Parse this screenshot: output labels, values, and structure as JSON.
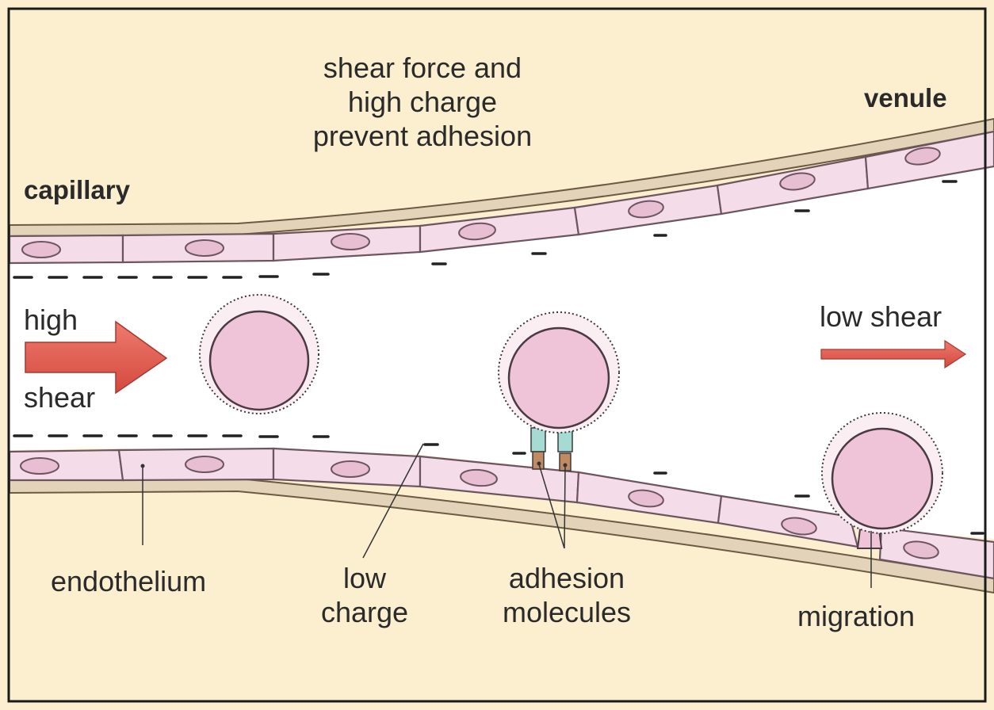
{
  "labels": {
    "top_note": [
      "shear force and",
      "high charge",
      "prevent adhesion"
    ],
    "venule": "venule",
    "capillary": "capillary",
    "high_shear": [
      "high",
      "shear"
    ],
    "low_shear": "low shear",
    "endothelium": "endothelium",
    "low_charge": [
      "low",
      "charge"
    ],
    "adhesion_molecules": [
      "adhesion",
      "molecules"
    ],
    "migration": "migration"
  },
  "colors": {
    "background": "#fbefcf",
    "lumen": "#ffffff",
    "cell_fill": "#f4dde8",
    "cell_stroke": "#6d5560",
    "nucleus_fill": "#e8bfd2",
    "leukocyte_fill": "#efc3d8",
    "basement_membrane": "#e3d3b8",
    "arrow": "#e06155",
    "adhesion_teal": "#a6dbd3",
    "adhesion_brown": "#c08a63",
    "frame": "#1a1a1a"
  }
}
